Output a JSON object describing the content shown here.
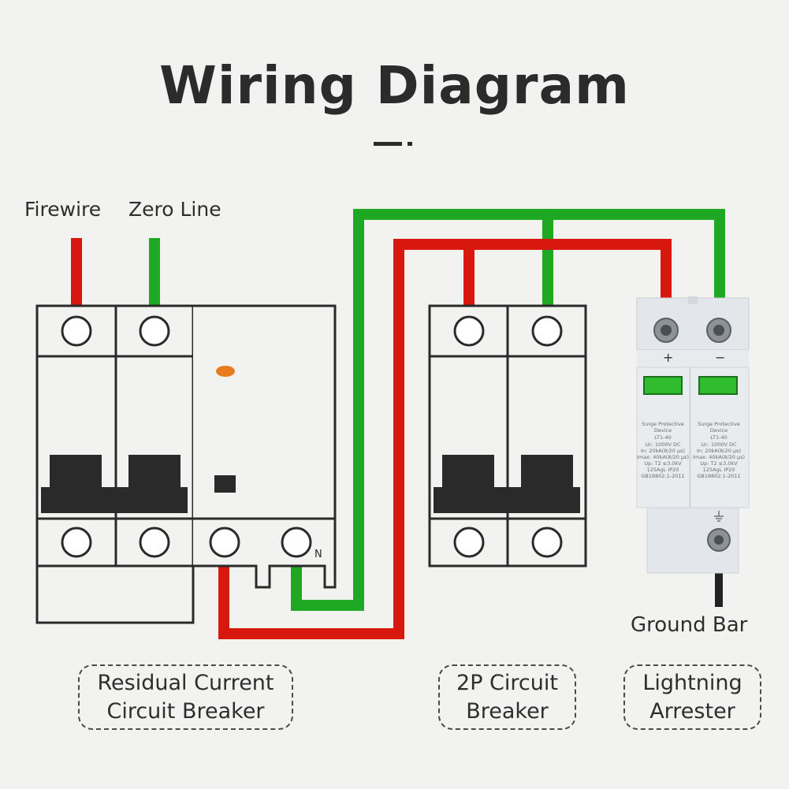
{
  "title": "Wiring Diagram",
  "labels": {
    "firewire": "Firewire",
    "zero_line": "Zero Line",
    "ground_bar": "Ground Bar",
    "n_terminal": "N",
    "plus": "+",
    "minus": "−"
  },
  "captions": {
    "rccb": [
      "Residual Current",
      "Circuit Breaker"
    ],
    "breaker_2p": [
      "2P Circuit",
      "Breaker"
    ],
    "arrester": [
      "Lightning",
      "Arrester"
    ]
  },
  "spd_module": {
    "lines": [
      "Surge Protective",
      "Device",
      "LT1-40",
      "Uc:     1000V DC",
      "In:    20kA(8/20 µs)",
      "Imax:  40kA(8/20 µs)",
      "Up:  T2    ≤3.0kV",
      "125AgL IP20",
      "GB18802.1-2011"
    ]
  },
  "colors": {
    "live_wire": "#d8180f",
    "neutral_wire": "#1fa824",
    "ground_wire": "#222222",
    "indicator": "#e87b1e",
    "window": "#2fbd2f"
  }
}
